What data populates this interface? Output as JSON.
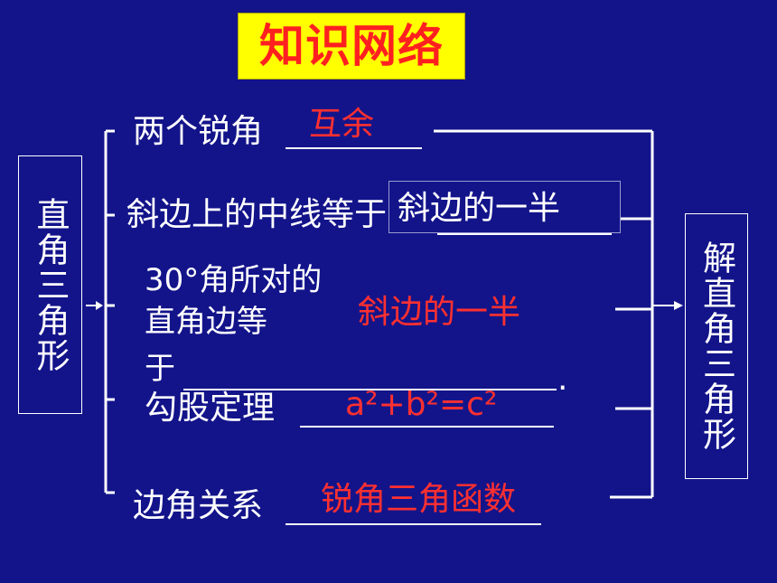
{
  "title": "知识网络",
  "left_box": "直角三角形",
  "right_box": "解直角三角形",
  "items": [
    {
      "label": "两个锐角",
      "answer": "互余"
    },
    {
      "label": "斜边上的中线等于",
      "answer": "斜边的一半"
    },
    {
      "label_line1": "30°角所对的",
      "label_line2": "直角边等",
      "label_line3": "于",
      "trailing": ".",
      "answer": "斜边的一半"
    },
    {
      "label": "勾股定理",
      "answer": "a²+b²=c²"
    },
    {
      "label": "边角关系",
      "answer": "锐角三角函数"
    }
  ],
  "colors": {
    "background": "#13148a",
    "title_bg": "#ffff00",
    "title_text": "#ff2020",
    "answer": "#ff3030",
    "text": "#ffffff"
  }
}
